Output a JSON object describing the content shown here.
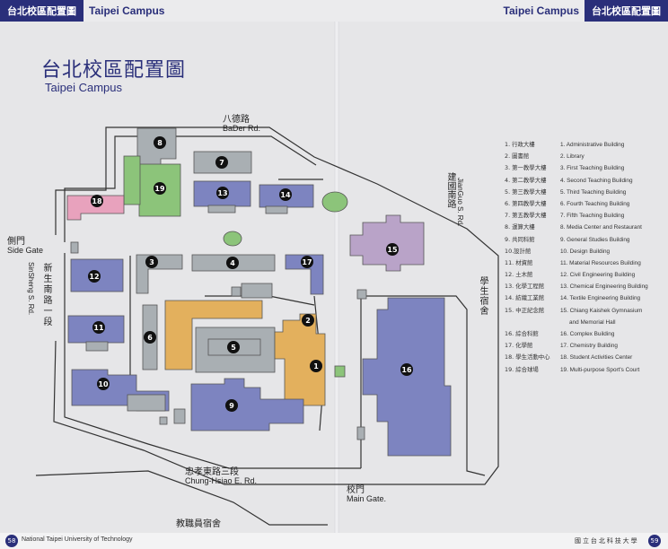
{
  "header": {
    "left_zh": "台北校區配置圖",
    "left_en": "Taipei Campus",
    "right_en": "Taipei Campus",
    "right_zh": "台北校區配置圖"
  },
  "title": {
    "zh": "台北校區配置圖",
    "en": "Taipei Campus"
  },
  "roads": {
    "bader_zh": "八德路",
    "bader_en": "BaDer Rd.",
    "jianguo_zh": "建國南路",
    "jianguo_en": "JianGuo S. Rd.",
    "xinsheng_zh": "新生南路一段",
    "xinsheng_en": "SinSheng S. Rd.",
    "zhongxiao_zh": "忠孝東路三段",
    "zhongxiao_en": "Chung-Hsiao E. Rd."
  },
  "gates": {
    "side_zh": "側門",
    "side_en": "Side Gate",
    "main_zh": "校門",
    "main_en": "Main Gate.",
    "dorm_student": "學生宿舍",
    "dorm_staff": "教職員宿舍"
  },
  "buildings": [
    {
      "num": "1",
      "zh": "1. 行政大樓",
      "en": "1.  Administrative Building"
    },
    {
      "num": "2",
      "zh": "2. 圖書館",
      "en": "2.  Library"
    },
    {
      "num": "3",
      "zh": "3. 第一教學大樓",
      "en": "3.  First Teaching Building"
    },
    {
      "num": "4",
      "zh": "4. 第二教學大樓",
      "en": "4.  Second Teaching Building"
    },
    {
      "num": "5",
      "zh": "5. 第三教學大樓",
      "en": "5.  Third Teaching Building"
    },
    {
      "num": "6",
      "zh": "6. 第四教學大樓",
      "en": "6.  Fourth Teaching Building"
    },
    {
      "num": "7",
      "zh": "7. 第五教學大樓",
      "en": "7.  Fifth Teaching Building"
    },
    {
      "num": "8",
      "zh": "8. 運算大樓",
      "en": "8.  Media Center and Restaurant"
    },
    {
      "num": "9",
      "zh": "9. 共同科館",
      "en": "9.  General Studies Building"
    },
    {
      "num": "10",
      "zh": "10.設計館",
      "en": "10.  Design Building"
    },
    {
      "num": "11",
      "zh": "11. 材資館",
      "en": "11.  Material Resources Building"
    },
    {
      "num": "12",
      "zh": "12. 土木館",
      "en": "12.  Civil Engineering Building"
    },
    {
      "num": "13",
      "zh": "13. 化學工程館",
      "en": "13.  Chemical Engineering Building"
    },
    {
      "num": "14",
      "zh": "14. 紡織工業館",
      "en": "14.  Textile Engineering Building"
    },
    {
      "num": "15",
      "zh": "15. 中正紀念館",
      "en": "15.  Chiang Kaishek Gymnasium"
    },
    {
      "num": "16",
      "zh": "16. 綜合科館",
      "en": "16.  Complex Building"
    },
    {
      "num": "17",
      "zh": "17. 化學館",
      "en": "17.  Chemistry Building"
    },
    {
      "num": "18",
      "zh": "18. 學生活動中心",
      "en": "18.  Student Activities Center"
    },
    {
      "num": "19",
      "zh": "19. 綜合球場",
      "en": "19.  Multi-purpose Sport's Court"
    }
  ],
  "legend_extra_15": "and Memorial Hall",
  "footer": {
    "page_left": "58",
    "university": "National Taipei University of Technology",
    "university_zh": "國 立 台 北 科 技 大 學",
    "page_right": "59"
  },
  "colors": {
    "header_blue": "#2a2f7a",
    "building_blue": "#7d84c0",
    "building_gray": "#a9afb3",
    "building_orange": "#e3b05d",
    "building_green": "#8cc47a",
    "building_pink": "#e8a2bd",
    "building_purple": "#b9a3c8"
  }
}
